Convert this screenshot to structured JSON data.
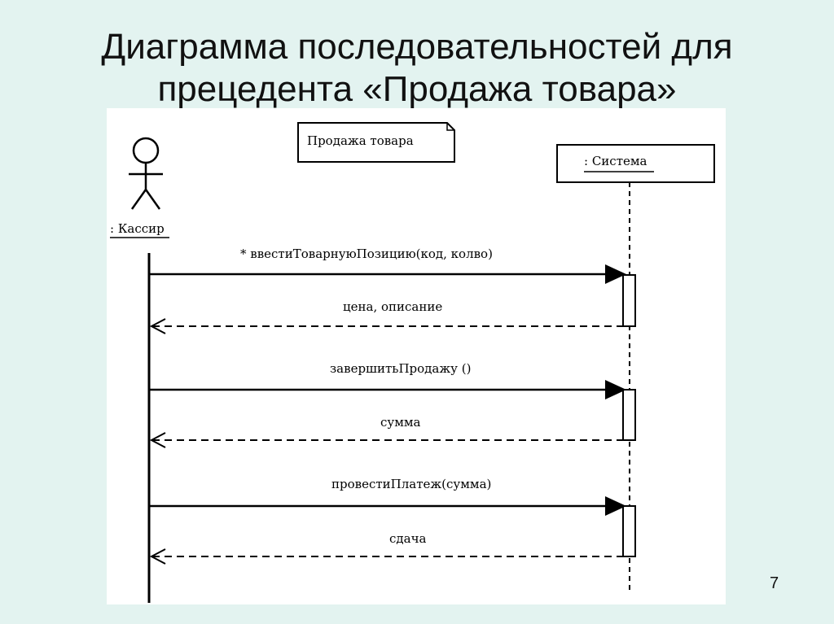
{
  "slide": {
    "title_line1": "Диаграмма последовательностей для",
    "title_line2": "прецедента «Продажа товара»",
    "page_number": "7"
  },
  "diagram": {
    "note": "Продажа товара",
    "actor": ": Кассир",
    "system": ": Система",
    "messages": [
      {
        "label": "* ввестиТоварнуюПозицию(код, колво)",
        "kind": "call"
      },
      {
        "label": "цена, описание",
        "kind": "return"
      },
      {
        "label": "завершитьПродажу ()",
        "kind": "call"
      },
      {
        "label": "сумма",
        "kind": "return"
      },
      {
        "label": "провестиПлатеж(сумма)",
        "kind": "call"
      },
      {
        "label": "сдача",
        "kind": "return"
      }
    ]
  }
}
